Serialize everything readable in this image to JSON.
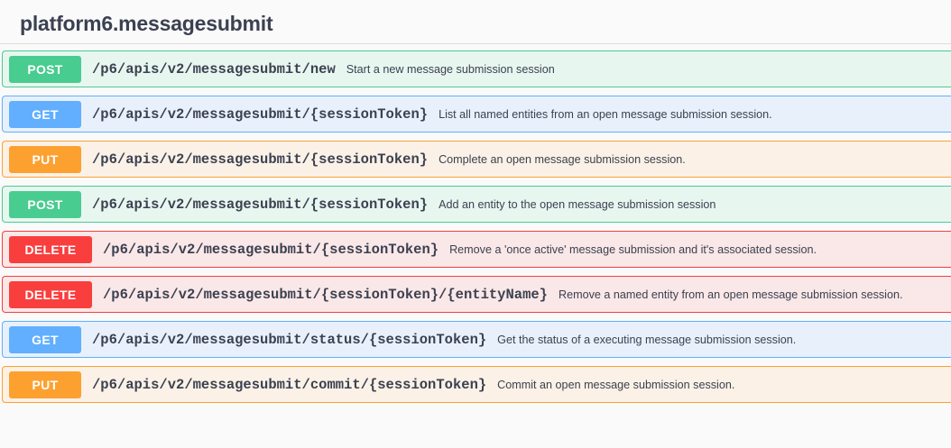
{
  "header": {
    "tag_title": "platform6.messagesubmit"
  },
  "colors": {
    "post": "#49cc90",
    "get": "#61affe",
    "put": "#fca130",
    "delete": "#f93e3e",
    "page_background": "#fafafa",
    "text": "#3b4151",
    "divider": "#dcdcdc"
  },
  "operations": [
    {
      "method": "POST",
      "path": "/p6/apis/v2/messagesubmit/new",
      "summary": "Start a new message submission session"
    },
    {
      "method": "GET",
      "path": "/p6/apis/v2/messagesubmit/{sessionToken}",
      "summary": "List all named entities from an open message submission session."
    },
    {
      "method": "PUT",
      "path": "/p6/apis/v2/messagesubmit/{sessionToken}",
      "summary": "Complete an open message submission session."
    },
    {
      "method": "POST",
      "path": "/p6/apis/v2/messagesubmit/{sessionToken}",
      "summary": "Add an entity to the open message submission session"
    },
    {
      "method": "DELETE",
      "path": "/p6/apis/v2/messagesubmit/{sessionToken}",
      "summary": "Remove a 'once active' message submission and it's associated session."
    },
    {
      "method": "DELETE",
      "path": "/p6/apis/v2/messagesubmit/{sessionToken}/{entityName}",
      "summary": "Remove a named entity from an open message submission session."
    },
    {
      "method": "GET",
      "path": "/p6/apis/v2/messagesubmit/status/{sessionToken}",
      "summary": "Get the status of a executing message submission session."
    },
    {
      "method": "PUT",
      "path": "/p6/apis/v2/messagesubmit/commit/{sessionToken}",
      "summary": "Commit an open message submission session."
    }
  ]
}
